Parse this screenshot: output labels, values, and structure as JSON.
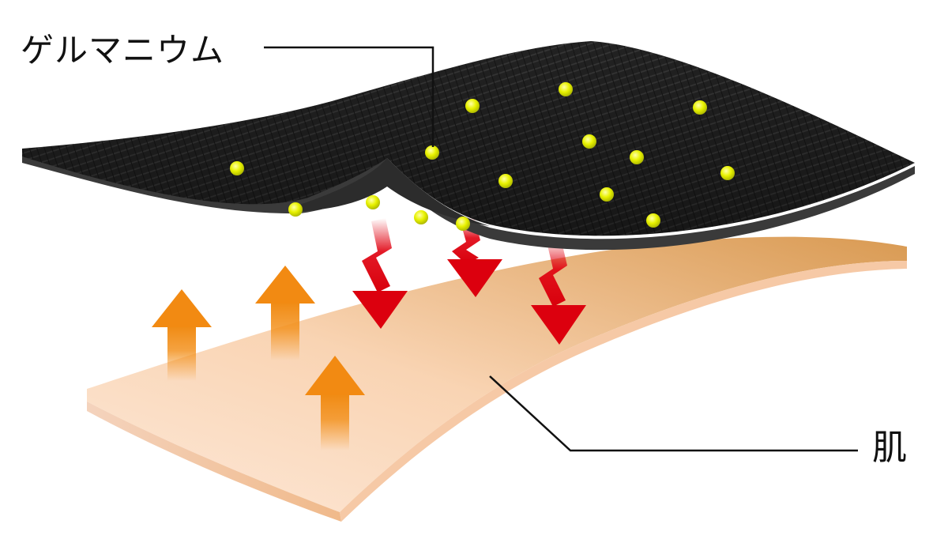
{
  "labels": {
    "germanium": "ゲルマニウム",
    "skin": "肌"
  },
  "colors": {
    "fabric": "#1e1e1e",
    "germanium_dot": "#e4f000",
    "skin_light": "#fbe3cf",
    "skin_dark": "#dfa15c",
    "arrow_heat_down": "#e0000f",
    "arrow_heat_up": "#f3921f",
    "leader_line": "#111111"
  },
  "icons": {
    "down_arrows": "red-zigzag-down-arrow",
    "up_arrows": "orange-up-arrow",
    "particles": "germanium-particle-dot"
  }
}
